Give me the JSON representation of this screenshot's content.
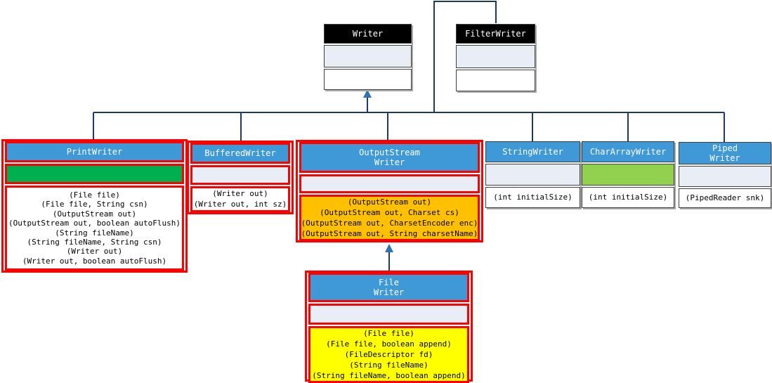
{
  "diagram": {
    "topic": "Java Writer class hierarchy",
    "colors": {
      "header_blue": "#3E99D6",
      "abstract_header_black": "#000000",
      "fields_lavender": "#E9EDF6",
      "fields_green": "#00B050",
      "fields_light_green": "#92D050",
      "members_orange": "#FFC000",
      "members_yellow": "#FFFF00",
      "members_white": "#FFFFFF",
      "highlight_border_red": "#FF0000",
      "connector_line_navy": "#1F3A5F",
      "arrow_blue": "#2E74B5",
      "plain_border_gray": "#3F3F3F"
    }
  },
  "classes": [
    {
      "id": "writer",
      "name_lines": [
        "Writer"
      ],
      "header_bg": "#000000",
      "fields_bg": "#E9EDF6",
      "members_bg": "#FFFFFF",
      "members": []
    },
    {
      "id": "filter-writer",
      "name_lines": [
        "FilterWriter"
      ],
      "header_bg": "#000000",
      "fields_bg": "#E9EDF6",
      "members_bg": "#FFFFFF",
      "members": []
    },
    {
      "id": "print-writer",
      "name_lines": [
        "PrintWriter"
      ],
      "header_bg": "#3E99D6",
      "fields_bg": "#00B050",
      "members_bg": "#FFFFFF",
      "members": [
        "(File file)",
        "(File file, String csn)",
        "(OutputStream out)",
        "(OutputStream out, boolean autoFlush)",
        "(String fileName)",
        "(String fileName, String csn)",
        "(Writer out)",
        "(Writer out, boolean autoFlush)"
      ]
    },
    {
      "id": "buffered-writer",
      "name_lines": [
        "BufferedWriter"
      ],
      "header_bg": "#3E99D6",
      "fields_bg": "#E9EDF6",
      "members_bg": "#FFFFFF",
      "members": [
        "(Writer out)",
        "(Writer out, int sz)"
      ]
    },
    {
      "id": "output-stream-writer",
      "name_lines": [
        "OutputStream",
        "Writer"
      ],
      "header_bg": "#3E99D6",
      "fields_bg": "#E9EDF6",
      "members_bg": "#FFC000",
      "members": [
        "(OutputStream out)",
        "(OutputStream out, Charset cs)",
        "(OutputStream out, CharsetEncoder enc)",
        "(OutputStream out, String charsetName)"
      ]
    },
    {
      "id": "string-writer",
      "name_lines": [
        "StringWriter"
      ],
      "header_bg": "#3E99D6",
      "fields_bg": "#E9EDF6",
      "members_bg": "#FFFFFF",
      "members": [
        "(int initialSize)"
      ]
    },
    {
      "id": "char-array-writer",
      "name_lines": [
        "CharArrayWriter"
      ],
      "header_bg": "#3E99D6",
      "fields_bg": "#92D050",
      "members_bg": "#FFFFFF",
      "members": [
        "(int initialSize)"
      ]
    },
    {
      "id": "piped-writer",
      "name_lines": [
        "Piped",
        "Writer"
      ],
      "header_bg": "#3E99D6",
      "fields_bg": "#E9EDF6",
      "members_bg": "#FFFFFF",
      "members": [
        "(PipedReader snk)"
      ]
    },
    {
      "id": "file-writer",
      "name_lines": [
        "File",
        "Writer"
      ],
      "header_bg": "#3E99D6",
      "fields_bg": "#E9EDF6",
      "members_bg": "#FFFF00",
      "members": [
        "(File file)",
        "(File file, boolean append)",
        "(FileDescriptor fd)",
        "(String fileName)",
        "(String fileName, boolean append)"
      ]
    }
  ]
}
